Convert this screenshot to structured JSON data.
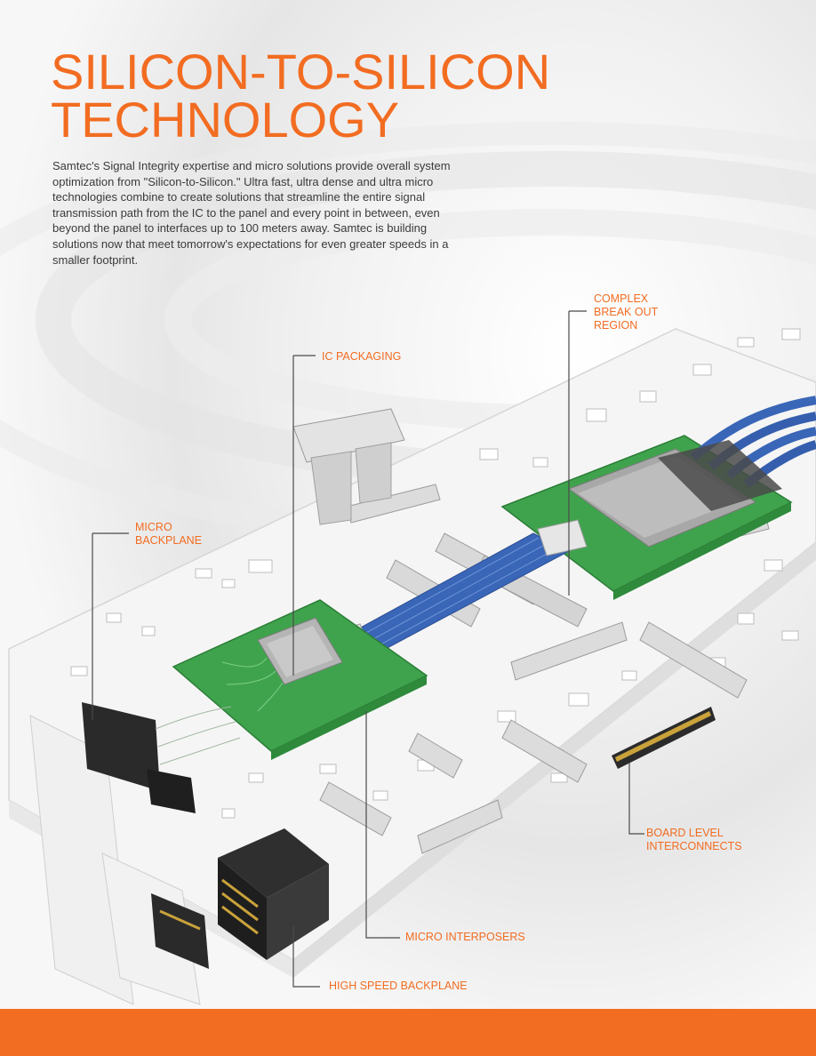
{
  "title": {
    "line1": "SILICON-TO-SILICON",
    "line2": "TECHNOLOGY"
  },
  "intro": "Samtec's Signal Integrity expertise and micro solutions provide overall system optimization from \"Silicon-to-Silicon.\" Ultra fast, ultra dense and ultra micro technologies combine to create solutions that streamline the entire signal transmission path from the IC to the panel and every point in between, even beyond the panel to interfaces up to 100 meters away. Samtec is building solutions now that meet tomorrow's expectations for even greater speeds in a smaller footprint.",
  "callouts": {
    "complex_breakout": "COMPLEX\nBREAK OUT\nREGION",
    "ic_packaging": "IC PACKAGING",
    "micro_backplane": "MICRO\nBACKPLANE",
    "board_level": "BOARD LEVEL\nINTERCONNECTS",
    "micro_interposers": "MICRO INTERPOSERS",
    "high_speed_backplane": "HIGH SPEED BACKPLANE"
  },
  "colors": {
    "accent": "#f26c21",
    "pcb_green": "#3fa34d",
    "cable_blue": "#3a66b8",
    "board_white": "#f4f4f4"
  }
}
